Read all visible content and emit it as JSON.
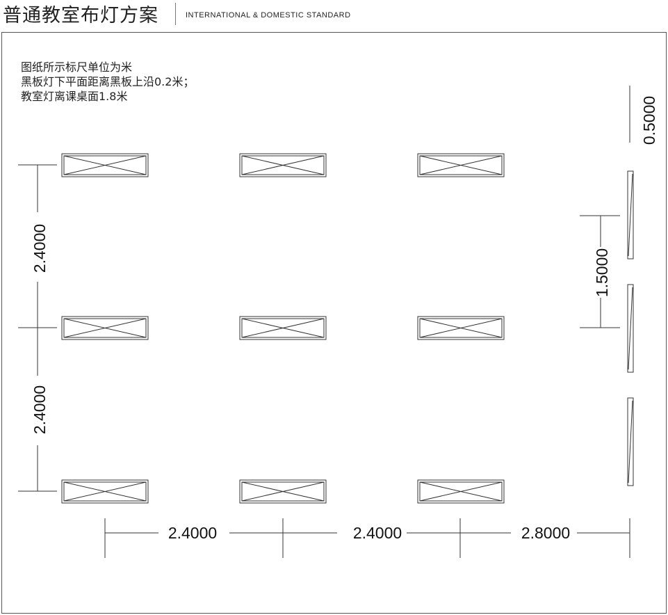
{
  "header": {
    "title": "普通教室布灯方案",
    "subtitle": "INTERNATIONAL & DOMESTIC STANDARD"
  },
  "notes": [
    "图纸所示标尺单位为米",
    "黑板灯下平面距离黑板上沿0.2米；",
    "教室灯离课桌面1.8米"
  ],
  "dimensions": {
    "left_upper": "2.4000",
    "left_lower": "2.4000",
    "bottom_1": "2.4000",
    "bottom_2": "2.4000",
    "bottom_3": "2.8000",
    "right_top": "0.5000",
    "right_mid": "1.5000"
  },
  "ceiling_lights": {
    "rows": 3,
    "cols": 3
  },
  "blackboard_lights": {
    "count": 3
  },
  "colors": {
    "line": "#333333",
    "text": "#111111",
    "background": "#ffffff"
  }
}
